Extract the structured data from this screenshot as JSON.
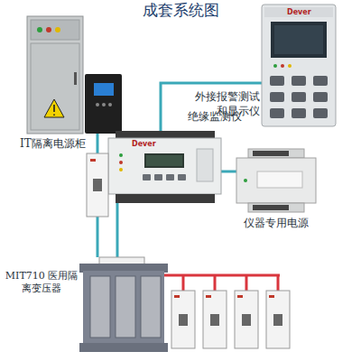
{
  "diagram": {
    "title": "成套系统图",
    "nodes": [
      {
        "text": [
          "IT隔离电源柜"
        ]
      },
      {
        "text": [
          "外接报警测试 和显示仪"
        ]
      },
      {
        "text": [
          "绝缘监测仪"
        ]
      },
      {
        "text": [
          "仪器专用电源"
        ]
      },
      {
        "text": [
          "MIT710 医用隔离变压器"
        ]
      }
    ],
    "edges": [
      {
        "from": 1,
        "to": 2,
        "arrow": "none"
      },
      {
        "from": 2,
        "to": 3,
        "arrow": "none"
      },
      {
        "from": 0,
        "to": 4,
        "arrow": "none"
      },
      {
        "from": 2,
        "to": 4,
        "arrow": "none"
      }
    ],
    "labels": [
      "Dever",
      "Dever"
    ]
  }
}
